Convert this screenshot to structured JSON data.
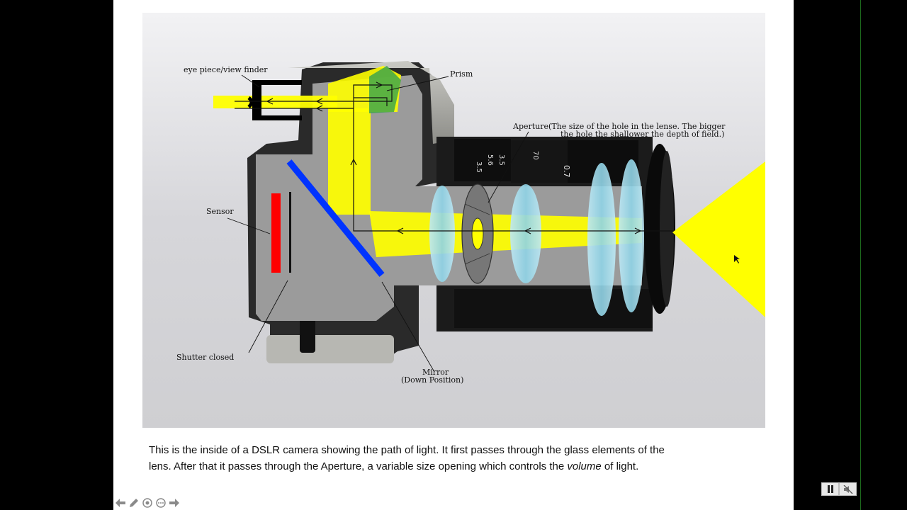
{
  "diagram": {
    "labels": {
      "eyepiece": "eye piece/view finder",
      "prism": "Prism",
      "aperture_line1": "Aperture(The size of the hole in the lense. The bigger",
      "aperture_line2": "the hole the shallower the depth of field.)",
      "sensor": "Sensor",
      "shutter": "Shutter closed",
      "mirror_line1": "Mirror",
      "mirror_line2": "(Down Position)"
    },
    "lens_markings": [
      "3.5",
      "5.6",
      "3.5",
      "70",
      "0.7"
    ]
  },
  "caption": {
    "line1": "This is the inside of a DSLR camera showing the path of light. It first passes through the glass elements of the",
    "line2_prefix": "lens. After that it passes through the Aperture, a variable size opening which controls the ",
    "line2_italic": "volume",
    "line2_suffix": " of light."
  },
  "nav_icons": [
    "arrow-left-icon",
    "pen-icon",
    "zoom-icon",
    "more-icon",
    "arrow-right-icon"
  ],
  "media_icons": [
    "pause-icon",
    "mute-icon"
  ],
  "colors": {
    "light": "#ffff00",
    "mirror": "#0033ff",
    "sensor": "#ff0000",
    "body_gray": "#9b9b9b",
    "lens_glass": "#8fd3e6"
  }
}
